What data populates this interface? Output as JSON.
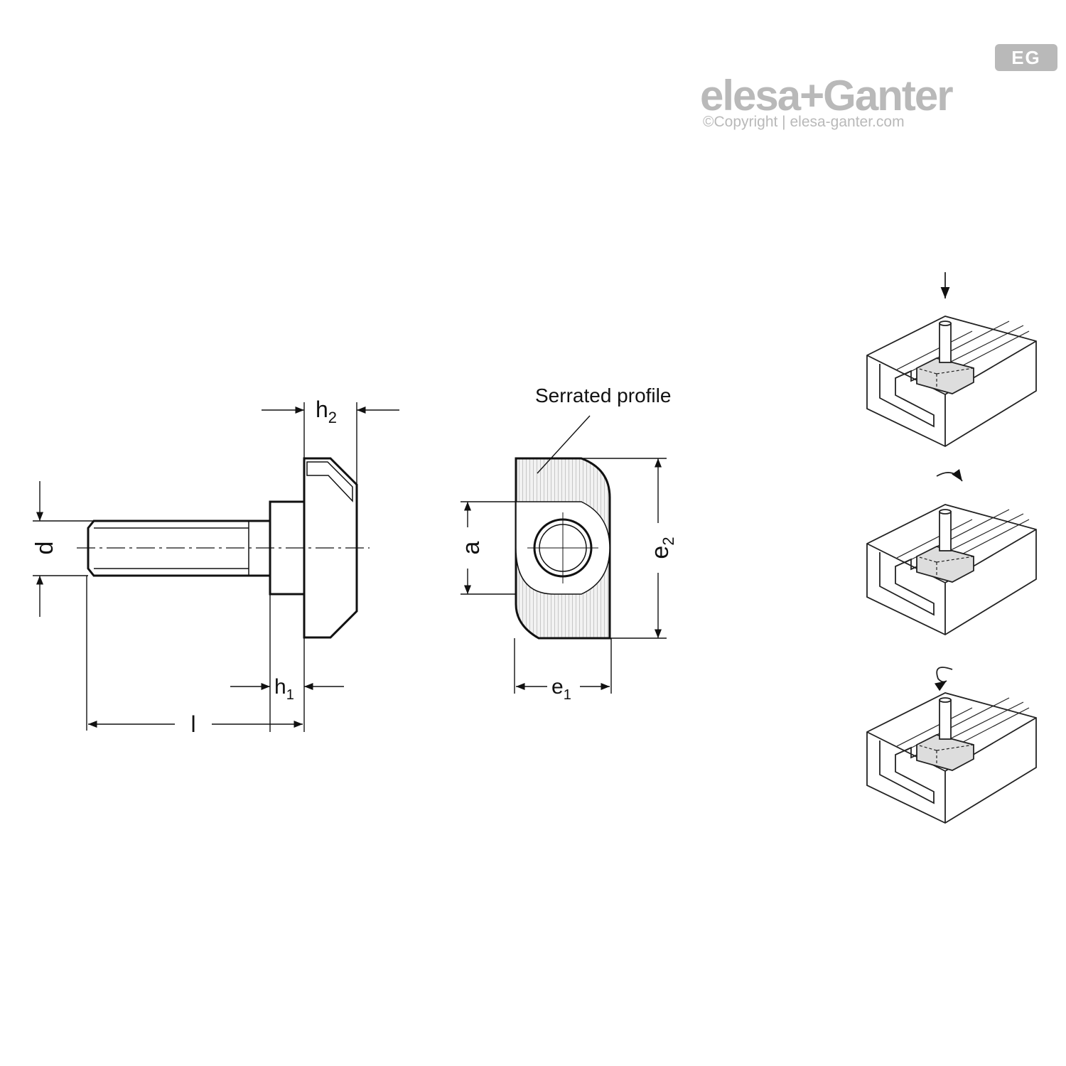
{
  "brand": {
    "name": "elesa+Ganter",
    "copyright": "©Copyright | elesa-ganter.com",
    "badge": "EG",
    "color": "#b9b9b9"
  },
  "labels": {
    "h2": "h",
    "h2_sub": "2",
    "h1": "h",
    "h1_sub": "1",
    "d": "d",
    "l": "l",
    "a": "a",
    "e1": "e",
    "e1_sub": "1",
    "e2": "e",
    "e2_sub": "2",
    "serrated": "Serrated profile"
  },
  "steps": [
    {
      "motion": "insert-arrow-icon"
    },
    {
      "motion": "rotate-arrow-icon"
    },
    {
      "motion": "rotate-back-arrow-icon"
    }
  ]
}
